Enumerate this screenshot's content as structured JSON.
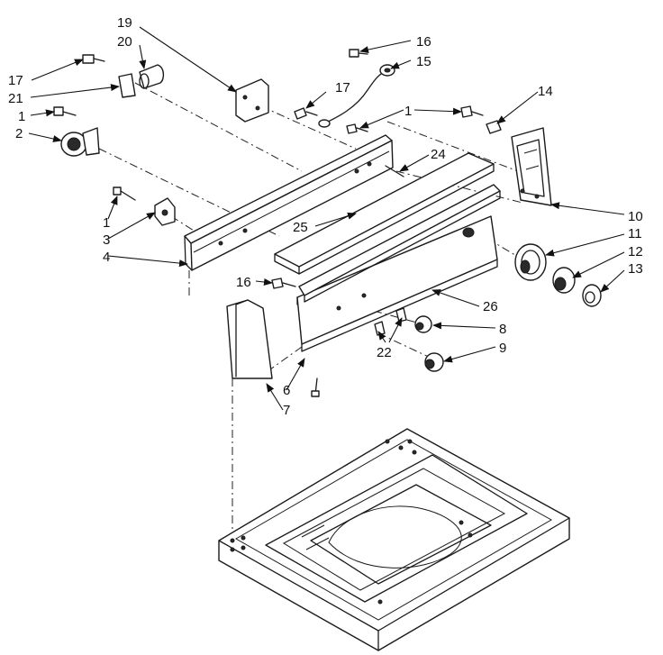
{
  "callouts": {
    "c1a": "1",
    "c1b": "1",
    "c1c": "1",
    "c2": "2",
    "c3": "3",
    "c4": "4",
    "c6": "6",
    "c7": "7",
    "c8": "8",
    "c9": "9",
    "c10": "10",
    "c11": "11",
    "c12": "12",
    "c13": "13",
    "c14": "14",
    "c15": "15",
    "c16a": "16",
    "c16b": "16",
    "c17a": "17",
    "c17b": "17",
    "c19": "19",
    "c20": "20",
    "c21": "21",
    "c22": "22",
    "c24": "24",
    "c25": "25",
    "c26": "26"
  },
  "colors": {
    "ink": "#1a1a1a",
    "paper": "#ffffff"
  }
}
